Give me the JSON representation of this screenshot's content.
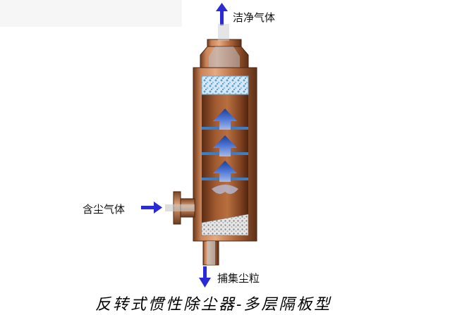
{
  "labels": {
    "clean_gas": "洁净气体",
    "dusty_gas": "含尘气体",
    "dust_capture": "捕集尘粒",
    "caption": "反转式惯性除尘器-多层隔板型"
  },
  "colors": {
    "shell": "#b56a3e",
    "shell_dark": "#6e3a1c",
    "shell_light": "#e2a57b",
    "inner": "#7a3f1f",
    "baffle": "#3d7fc4",
    "flow_arrow": "#2a4fb0",
    "inlet_arrow": "#2b2bd6",
    "filter": "#b8d8ee",
    "dust": "#c9c9c9"
  }
}
